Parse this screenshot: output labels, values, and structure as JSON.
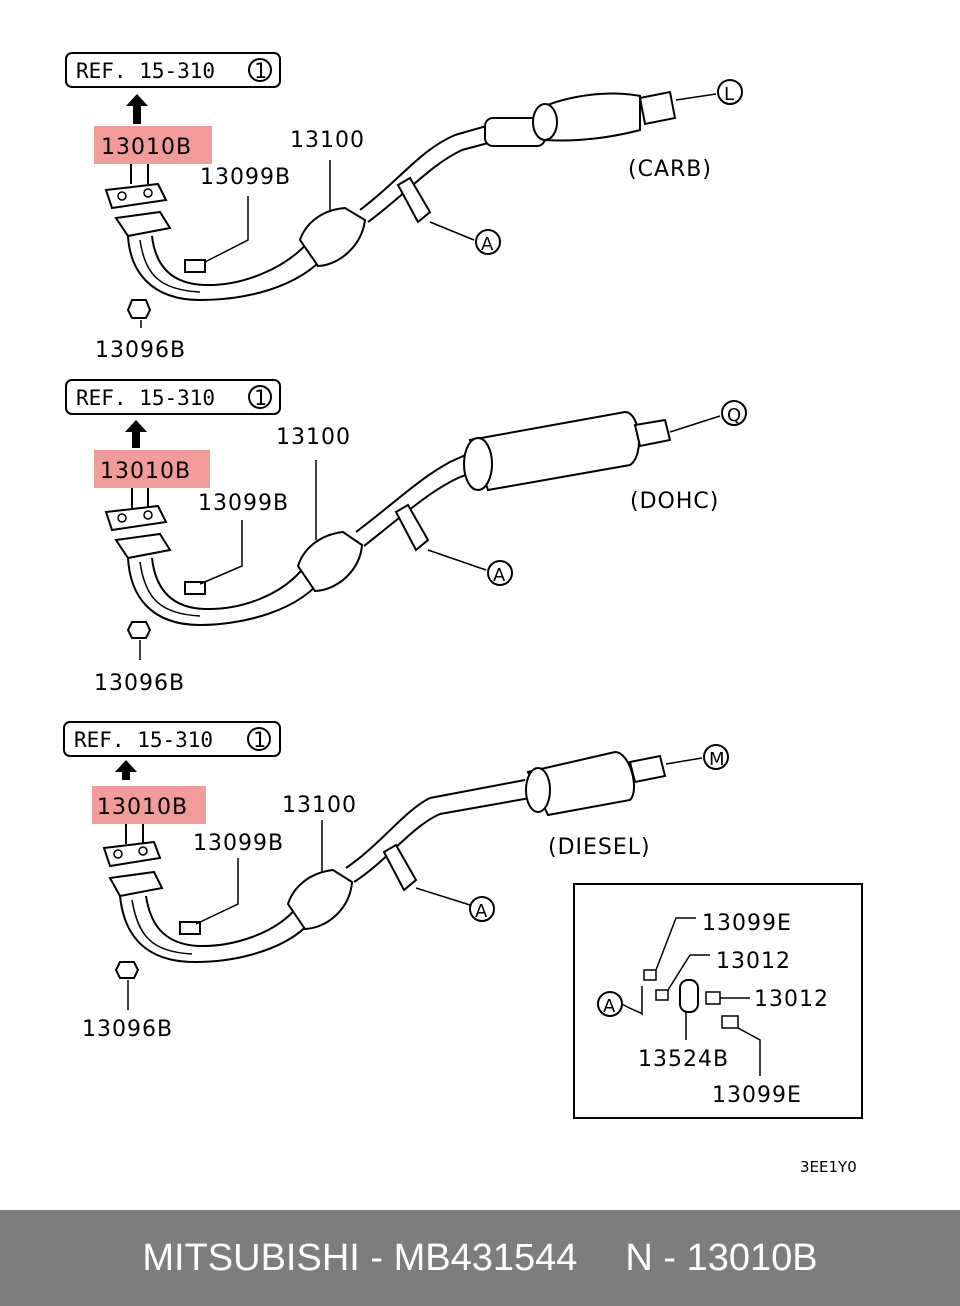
{
  "diagram": {
    "sections": [
      {
        "ref_text": "REF. 15-310",
        "ref_num": "1",
        "highlight_part": "13010B",
        "part_pipe": "13100",
        "part_bolt": "13099B",
        "part_nut": "13096B",
        "variant": "(CARB)",
        "rear_marker": "L",
        "bracket_marker": "A"
      },
      {
        "ref_text": "REF. 15-310",
        "ref_num": "1",
        "highlight_part": "13010B",
        "part_pipe": "13100",
        "part_bolt": "13099B",
        "part_nut": "13096B",
        "variant": "(DOHC)",
        "rear_marker": "Q",
        "bracket_marker": "A"
      },
      {
        "ref_text": "REF. 15-310",
        "ref_num": "1",
        "highlight_part": "13010B",
        "part_pipe": "13100",
        "part_bolt": "13099B",
        "part_nut": "13096B",
        "variant": "(DIESEL)",
        "rear_marker": "M",
        "bracket_marker": "A"
      }
    ],
    "detail": {
      "marker": "A",
      "bolt_top": "13099E",
      "bushing_top": "13012",
      "bushing_right": "13012",
      "hanger": "13524B",
      "bolt_bottom": "13099E"
    },
    "diagram_code": "3EE1Y0"
  },
  "footer": {
    "brand_part": "MITSUBISHI - MB431544",
    "ref_part": "N - 13010B"
  },
  "colors": {
    "highlight": "#f29b9b",
    "footer_bg": "#7d7d7d",
    "footer_text": "#ffffff"
  }
}
